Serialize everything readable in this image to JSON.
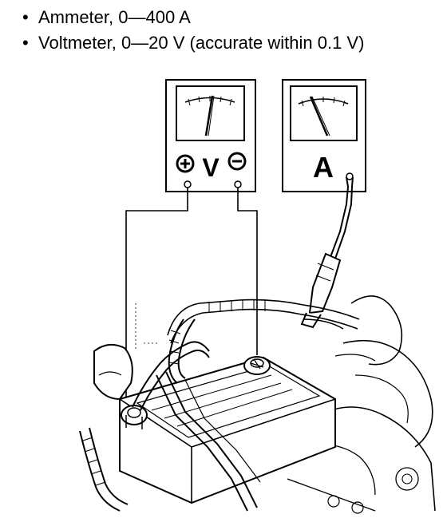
{
  "specs": [
    {
      "text": "Ammeter, 0—400 A"
    },
    {
      "text": "Voltmeter, 0—20 V (accurate within 0.1 V)"
    }
  ],
  "voltmeter": {
    "label": "V",
    "positive_symbol": "+",
    "negative_symbol": "−"
  },
  "ammeter": {
    "label": "A"
  },
  "colors": {
    "ink": "#000000",
    "paper": "#ffffff"
  }
}
